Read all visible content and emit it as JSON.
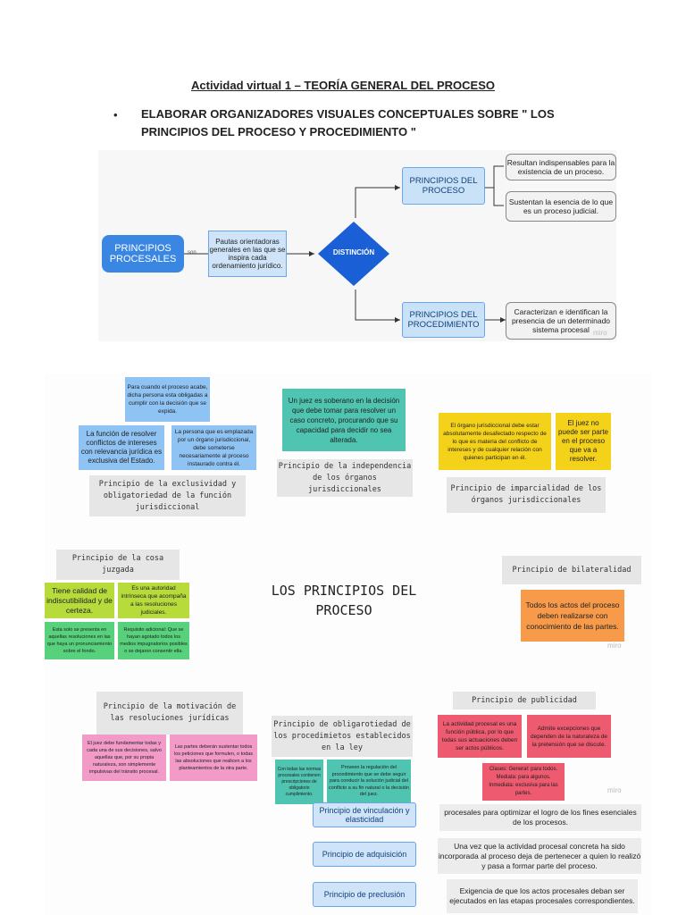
{
  "header": {
    "title": "Actividad virtual 1 – TEORÍA GENERAL DEL PROCESO",
    "bullet": "•",
    "subtitle": "ELABORAR ORGANIZADORES VISUALES CONCEPTUALES SOBRE \" LOS PRINCIPIOS DEL PROCESO Y PROCEDIMIENTO \""
  },
  "diagram1": {
    "principios_procesales": "PRINCIPIOS PROCESALES",
    "con": "son",
    "pautas": "Pautas orientadoras generales en las que se inspira cada ordenamiento jurídico.",
    "distincion": "DISTINCIÓN",
    "principios_proceso": "PRINCIPIOS DEL PROCESO",
    "principios_procedimiento": "PRINCIPIOS DEL PROCEDIMIENTO",
    "resultan": "Resultan indispensables para la existencia de un proceso.",
    "sustentan": "Sustentan la esencia de lo que es un proceso judicial.",
    "caracterizan": "Caracterizan e identifican la presencia de un determinado sistema procesal",
    "miro": "miro"
  },
  "diagram2": {
    "center": "LOS PRINCIPIOS DEL PROCESO",
    "exclusividad": {
      "label": "Principio de la exclusividad y obligatoriedad de la función jurisdiccional",
      "note1": "Para cuando el proceso acabe, dicha persona esta obligadas a cumplir con la decisión que se expida.",
      "note2": "La función de resolver conflictos de intereses con relevancia jurídica es exclusiva del Estado.",
      "note3": "La persona que es emplazada por un órgano jurisdiccional, debe someterse necesariamente al proceso instaurado contra él."
    },
    "independencia": {
      "label": "Principio de la independencia de los órganos jurisdiccionales",
      "note": "Un juez es soberano en la decisión que debe tomar para resolver un caso concreto, procurando que su capacidad para decidir no sea alterada."
    },
    "imparcialidad": {
      "label": "Principio de imparcialidad de los órganos jurisdiccionales",
      "note1": "El órgano jurisdiccional debe estar absolutamente desafectado respecto de lo que es materia del conflicto de intereses y de cualquier relación con quienes participan en él.",
      "note2": "El juez no puede ser parte en el proceso que va a resolver."
    },
    "cosa_juzgada": {
      "label": "Principio de la cosa juzgada",
      "note1": "Tiene calidad de indiscutibilidad y de certeza.",
      "note2": "Es una autoridad intrínseca que acompaña a las resoluciones judiciales.",
      "note3": "Esta solo se presenta en aquellas resoluciones en las que haya un pronunciamiento sobre el fondo.",
      "note4": "Requisito adicional: Que se hayan agotado todos los medios impugnatorios posibles o se dejaron consentir ella."
    },
    "bilateralidad": {
      "label": "Principio de bilateralidad",
      "note": "Todos los actos del proceso deben realizarse con conocimiento de las partes."
    },
    "motivacion": {
      "label": "Principio de la motivación de las resoluciones jurídicas",
      "note1": "El juez debe fundamentar todas y cada una de sus decisiones, salvo aquellas que, por su propia naturaleza, son simplemente impulsivas del tránsito procesal.",
      "note2": "Las partes deberán sustentar todos los peticiones que formulen, o todas las absoluciones que realicen a los planteamientos de la otra parte."
    },
    "obligatoriedad": {
      "label": "Principio de obligarotiedad de los procedimietos establecidos en la ley",
      "note1": "Con todas las normas procesales contienen prescripciones de obligatorio cumplimiento.",
      "note2": "Proveen la regulación del procedimiento que se debe seguir para conducir la solución judicial del conflicto a su fin natural o la decisión del juez."
    },
    "publicidad": {
      "label": "Principio de publicidad",
      "note1": "La actividad procesal es una función pública, por lo que todas sus actuaciones deben ser actos públicos.",
      "note2": "Admite excepciones que dependen de la naturaleza de la pretensión que se discute.",
      "note3": "Clases: General: para todos. Mediata: para algunos. Inmediata: exclusiva para las partes."
    },
    "list": [
      {
        "name": "Principio de vinculación y elasticidad",
        "desc": "procesales para optimizar el logro de los fines esenciales de los procesos."
      },
      {
        "name": "Principio de adquisición",
        "desc": "Una vez que la actividad procesal concreta ha sido incorporada al proceso deja de pertenecer a quien lo realizó y pasa a formar parte del proceso."
      },
      {
        "name": "Principio de preclusión",
        "desc": "Exigencia de que los actos procesales deban ser ejecutados en las etapas procesales correspondientes."
      }
    ],
    "miro": "miro"
  },
  "colors": {
    "blue": "#3a86e3",
    "diamond": "#1a5fd6",
    "light_blue_note": "#8fc3f3",
    "teal_note": "#4fc4b0",
    "yellow_note": "#f5d21a",
    "lime_note": "#b6db3b",
    "orange_note": "#f79a4a",
    "pink_note": "#f29bc8",
    "red_note": "#ee5a6f",
    "green_note": "#57d17c"
  }
}
